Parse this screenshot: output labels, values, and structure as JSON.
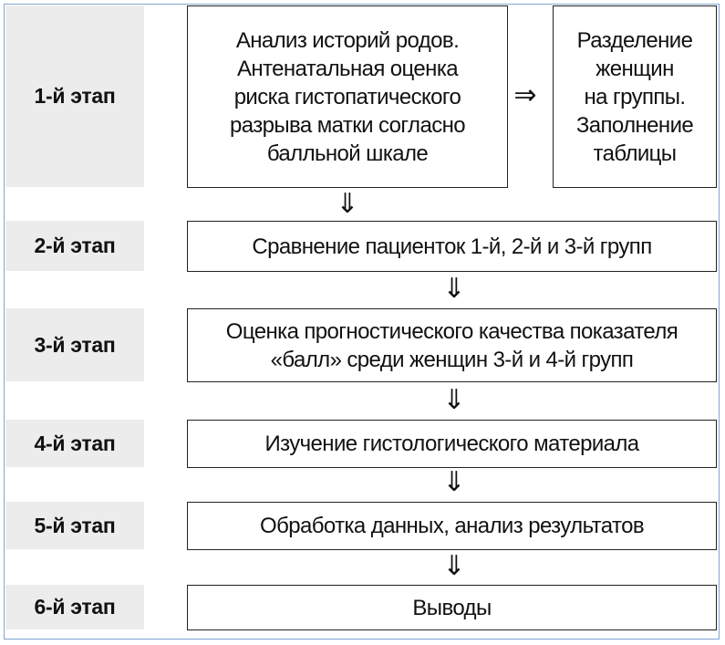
{
  "stages": [
    {
      "label": "1-й этап",
      "text": "Анализ историй родов.\nАнтенатальная оценка\nриска гистопатического\nразрыва матки согласно\nбалльной шкале",
      "side_text": "Разделение\nженщин\nна группы.\nЗаполнение\nтаблицы"
    },
    {
      "label": "2-й этап",
      "text": "Сравнение пациенток 1-й, 2-й и 3-й групп"
    },
    {
      "label": "3-й этап",
      "text": "Оценка прогностического качества показателя\n«балл» среди женщин 3-й и 4-й групп"
    },
    {
      "label": "4-й этап",
      "text": "Изучение гистологического материала"
    },
    {
      "label": "5-й этап",
      "text": "Обработка данных, анализ результатов"
    },
    {
      "label": "6-й этап",
      "text": "Выводы"
    }
  ],
  "arrows": {
    "right": "⇒",
    "down": "⇓"
  }
}
